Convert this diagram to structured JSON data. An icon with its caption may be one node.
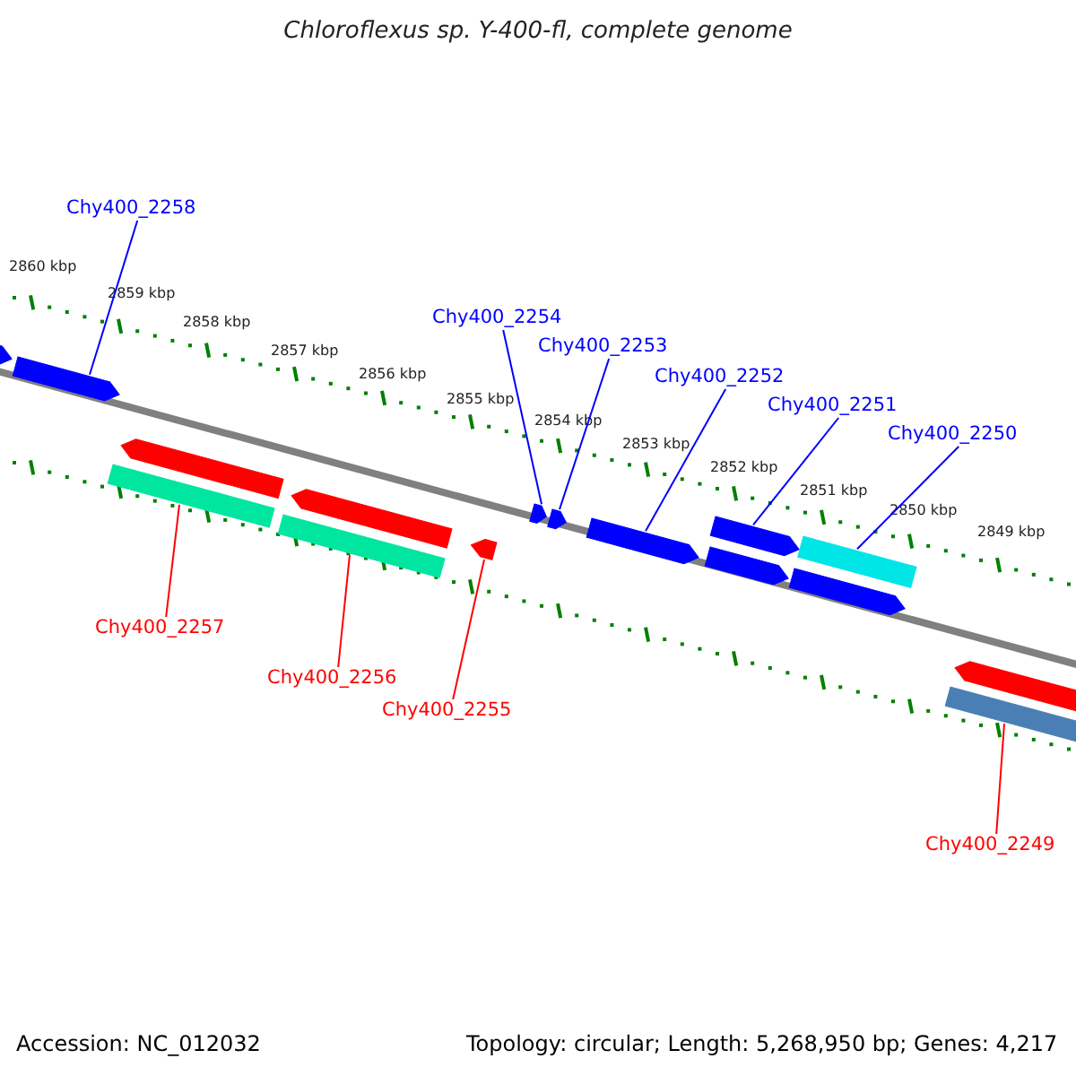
{
  "diagram": {
    "title": "Chloroflexus sp. Y-400-fl, complete genome",
    "nodes": [
      {
        "text": [
          "Chy400_2258"
        ]
      },
      {
        "text": [
          "Chy400_2254"
        ]
      },
      {
        "text": [
          "Chy400_2253"
        ]
      },
      {
        "text": [
          "Chy400_2252"
        ]
      },
      {
        "text": [
          "Chy400_2251"
        ]
      },
      {
        "text": [
          "Chy400_2250"
        ]
      },
      {
        "text": [
          "Chy400_2257"
        ]
      },
      {
        "text": [
          "Chy400_2256"
        ]
      },
      {
        "text": [
          "Chy400_2255"
        ]
      },
      {
        "text": [
          "Chy400_2249"
        ]
      },
      {
        "text": [],
        "shape": "bar"
      },
      {
        "text": [],
        "shape": "bar"
      },
      {
        "text": [],
        "shape": "bar"
      },
      {
        "text": [],
        "shape": "bar"
      },
      {
        "text": [],
        "shape": "bar"
      },
      {
        "text": [],
        "shape": "bar"
      },
      {
        "text": [],
        "shape": "bar"
      },
      {
        "text": [],
        "shape": "bar"
      },
      {
        "text": [],
        "shape": "bar"
      },
      {
        "text": [],
        "shape": "bar"
      },
      {
        "text": [],
        "shape": "bar"
      },
      {
        "text": [],
        "shape": "bar"
      },
      {
        "text": [],
        "shape": "bar"
      },
      {
        "text": [],
        "shape": "bar"
      },
      {
        "text": [],
        "shape": "bar"
      },
      {
        "text": [],
        "shape": "bar"
      }
    ],
    "edges": [
      {
        "from": 0,
        "to": 11,
        "arrow": "none"
      },
      {
        "from": 1,
        "to": 17,
        "arrow": "none"
      },
      {
        "from": 2,
        "to": 18,
        "arrow": "none"
      },
      {
        "from": 3,
        "to": 19,
        "arrow": "none"
      },
      {
        "from": 4,
        "to": 21,
        "arrow": "none"
      },
      {
        "from": 5,
        "to": 23,
        "arrow": "none"
      },
      {
        "from": 6,
        "to": 12,
        "arrow": "none",
        "color": "#ff0000"
      },
      {
        "from": 7,
        "to": 14,
        "arrow": "none",
        "color": "#ff0000"
      },
      {
        "from": 8,
        "to": 16,
        "arrow": "none",
        "color": "#ff0000"
      },
      {
        "from": 9,
        "to": 24,
        "arrow": "none",
        "color": "#ff0000"
      }
    ],
    "labels": [
      "2860 kbp",
      "2859 kbp",
      "2858 kbp",
      "2857 kbp",
      "2856 kbp",
      "2855 kbp",
      "2854 kbp",
      "2853 kbp",
      "2852 kbp",
      "2851 kbp",
      "2850 kbp",
      "2849 kbp",
      "Accession: NC_012032",
      "Topology: circular; Length: 5,268,950 bp; Genes: 4,217"
    ]
  }
}
